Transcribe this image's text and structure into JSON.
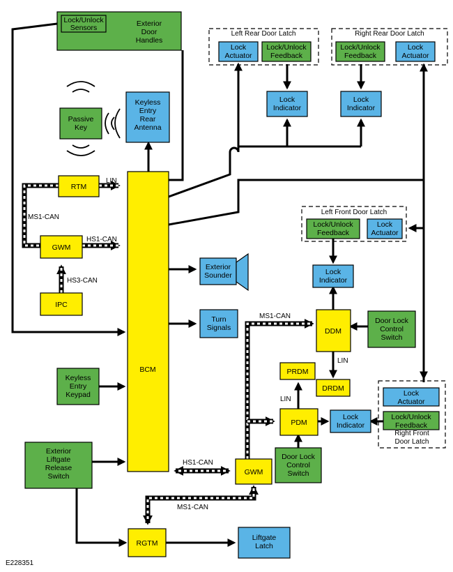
{
  "figure_code": "E228351",
  "labels": {
    "lock_unlock_sensors": [
      "Lock/Unlock",
      "Sensors"
    ],
    "exterior_door_handles": [
      "Exterior",
      "Door",
      "Handles"
    ],
    "passive_key": [
      "Passive",
      "Key"
    ],
    "keyless_entry_rear_antenna": [
      "Keyless",
      "Entry",
      "Rear",
      "Antenna"
    ],
    "rtm": "RTM",
    "gwm_top": "GWM",
    "ipc": "IPC",
    "bcm": "BCM",
    "exterior_sounder": [
      "Exterior",
      "Sounder"
    ],
    "turn_signals": [
      "Turn",
      "Signals"
    ],
    "keyless_entry_keypad": [
      "Keyless",
      "Entry",
      "Keypad"
    ],
    "exterior_liftgate_release_switch": [
      "Exterior",
      "Liftgate",
      "Release",
      "Switch"
    ],
    "gwm_bottom": "GWM",
    "rgtm": "RGTM",
    "liftgate_latch": [
      "Liftgate",
      "Latch"
    ],
    "left_rear_door_latch": "Left Rear Door Latch",
    "right_rear_door_latch": "Right Rear Door Latch",
    "left_front_door_latch": "Left Front Door Latch",
    "right_front_door_latch": [
      "Right Front",
      "Door Latch"
    ],
    "lock_actuator": [
      "Lock",
      "Actuator"
    ],
    "lock_unlock_feedback": [
      "Lock/Unlock",
      "Feedback"
    ],
    "lock_indicator": [
      "Lock",
      "Indicator"
    ],
    "ddm": "DDM",
    "pdm": "PDM",
    "prdm": "PRDM",
    "drdm": "DRDM",
    "door_lock_control_switch": [
      "Door Lock",
      "Control",
      "Switch"
    ]
  },
  "bus_labels": {
    "lin_rtm": "LIN",
    "ms1_can_left": "MS1-CAN",
    "hs1_can_top": "HS1-CAN",
    "hs3_can": "HS3-CAN",
    "ms1_can_ddm": "MS1-CAN",
    "lin_ddm": "LIN",
    "lin_pdm": "LIN",
    "hs1_can_bottom": "HS1-CAN",
    "ms1_can_bottom": "MS1-CAN"
  }
}
